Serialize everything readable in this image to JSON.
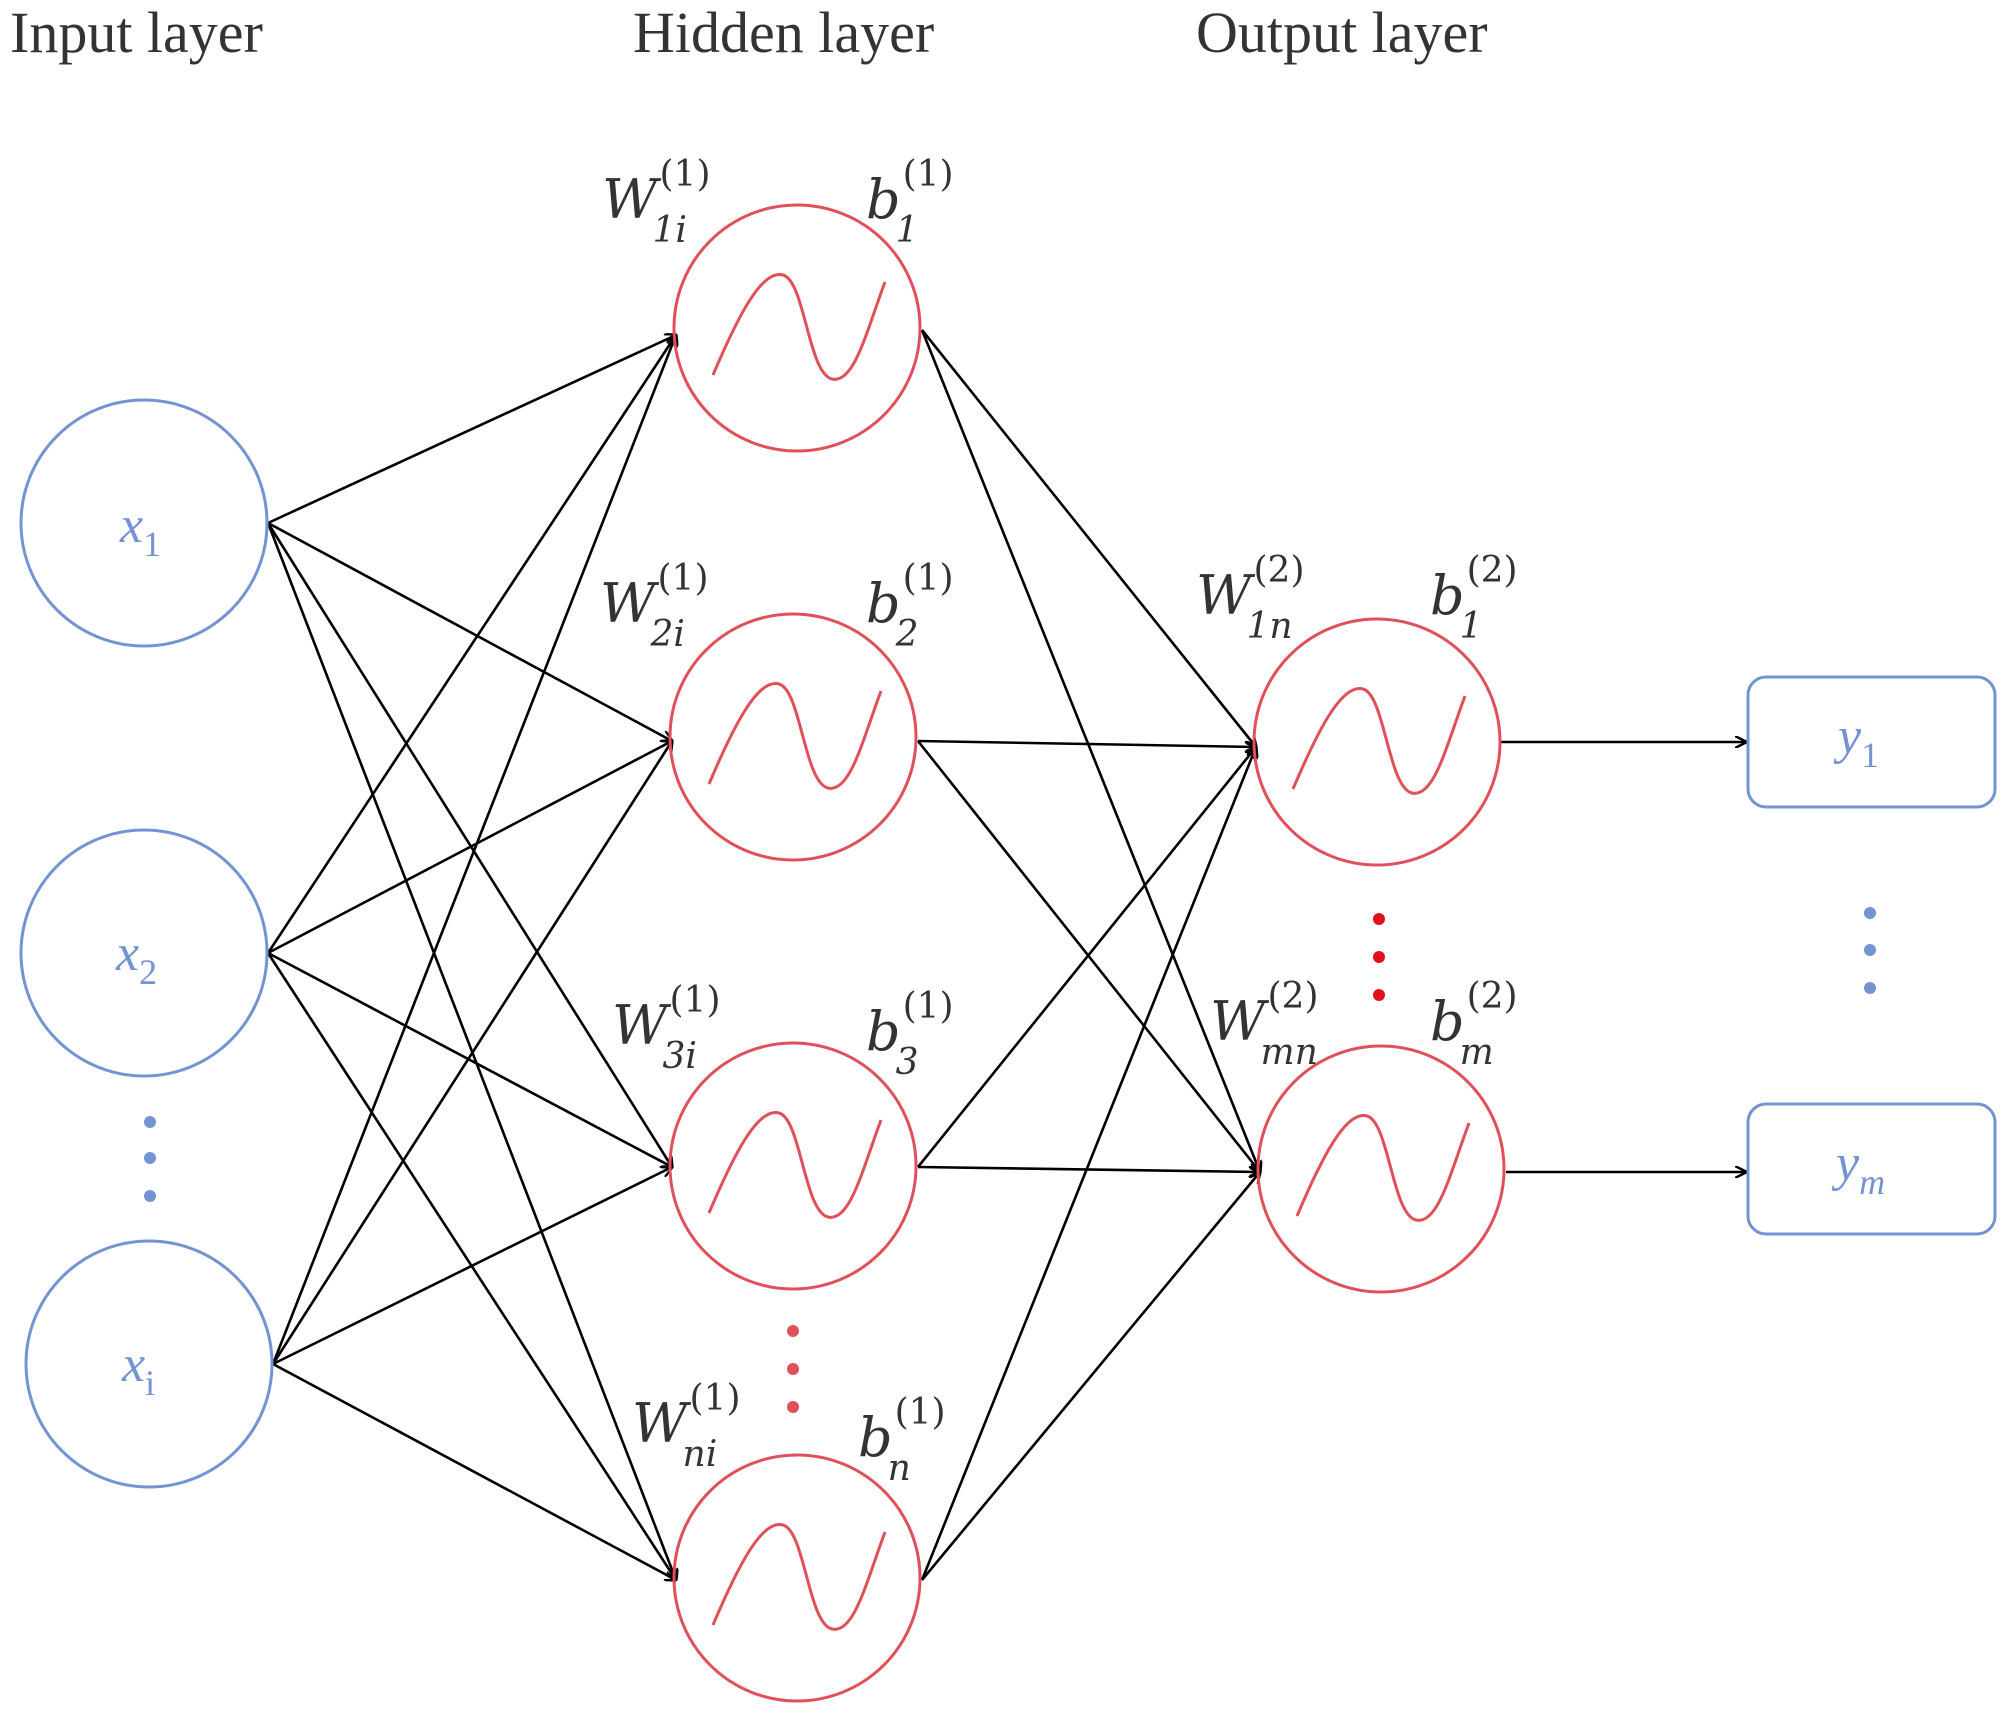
{
  "titles": {
    "input": "Input layer",
    "hidden": "Hidden layer",
    "output": "Output layer"
  },
  "colors": {
    "input": "#7393d2",
    "neuron": "#e0505a",
    "edge": "#000000",
    "dots_red": "#e0101a",
    "dots_pink": "#e0505a"
  },
  "icons": {
    "neuron_glyph": "sine-wave-icon",
    "arrow": "arrowhead"
  },
  "inputs": [
    {
      "var": "x",
      "sub": "1"
    },
    {
      "var": "x",
      "sub": "2"
    },
    {
      "var": "x",
      "sub": "i"
    }
  ],
  "hidden": [
    {
      "w_sub": "1",
      "w_sub_i": "i",
      "w_sup": "(1)",
      "b_sub": "1",
      "b_sup": "(1)"
    },
    {
      "w_sub": "2",
      "w_sub_i": "i",
      "w_sup": "(1)",
      "b_sub": "2",
      "b_sup": "(1)"
    },
    {
      "w_sub": "3",
      "w_sub_i": "i",
      "w_sup": "(1)",
      "b_sub": "3",
      "b_sup": "(1)"
    },
    {
      "w_sub": "",
      "w_sub_i": "ni",
      "w_sup": "(1)",
      "b_sub": "",
      "b_sub_i": "n",
      "b_sup": "(1)"
    }
  ],
  "output_neurons": [
    {
      "w_sub": "1",
      "w_sub_i": "n",
      "w_sup": "(2)",
      "b_sub": "1",
      "b_sup": "(2)"
    },
    {
      "w_sub": "",
      "w_sub_i": "mn",
      "w_sup": "(2)",
      "b_sub": "",
      "b_sub_i": "m",
      "b_sup": "(2)"
    }
  ],
  "outputs": [
    {
      "var": "y",
      "sub": "1"
    },
    {
      "var": "y",
      "sub": "m"
    }
  ],
  "W_symbol": "W",
  "b_symbol": "b"
}
